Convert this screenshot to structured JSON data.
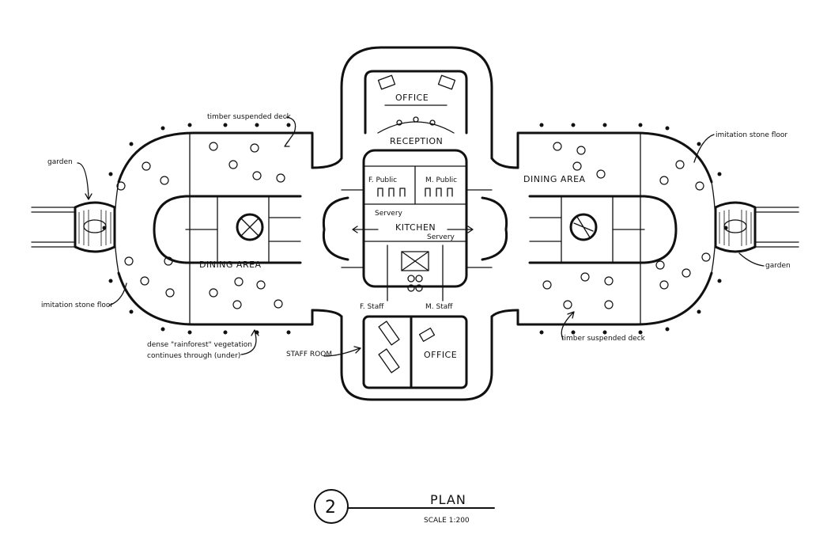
{
  "plan": {
    "number": "2",
    "title": "PLAN",
    "scale": "SCALE 1:200"
  },
  "rooms": {
    "office_top": "OFFICE",
    "reception": "RECEPTION",
    "f_public": "F. Public",
    "m_public": "M. Public",
    "kitchen": "KITCHEN",
    "servery_left": "Servery",
    "servery_right": "Servery",
    "f_staff": "F. Staff",
    "m_staff": "M. Staff",
    "staff_room": "STAFF ROOM",
    "office_bottom": "OFFICE",
    "dining_left": "DINING AREA",
    "dining_right": "DINING AREA"
  },
  "annotations": {
    "deck_left": "timber suspended deck",
    "garden_left": "garden",
    "stone_left": "imitation stone floor",
    "vegetation_line1": "dense \"rainforest\" vegetation",
    "vegetation_line2": "continues through (under)",
    "stone_right": "imitation stone floor",
    "garden_right": "garden",
    "deck_right": "timber suspended deck"
  }
}
